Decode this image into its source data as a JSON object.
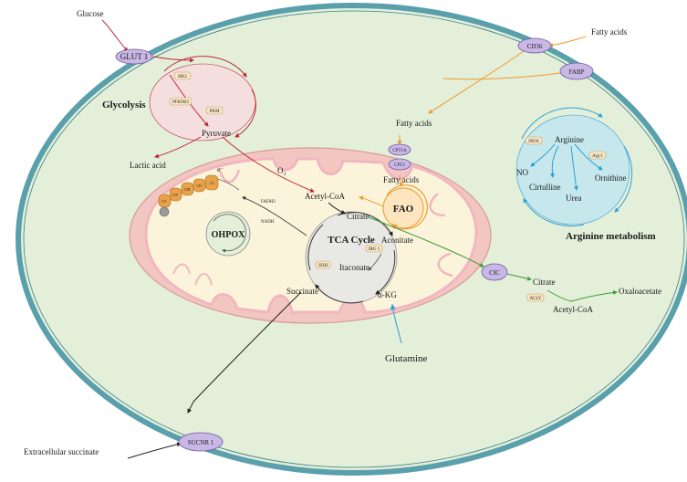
{
  "labels": {
    "glucose": "Glucose",
    "glut1": "GLUT 1",
    "glycolysis": "Glycolysis",
    "hk2": "HK2",
    "pfkfb3": "PFKFB3",
    "pkm": "PKM",
    "pyruvate": "Pyruvate",
    "lactic_acid": "Lactic acid",
    "cd36": "CD36",
    "fabp": "FABP",
    "fatty_acids_out": "Fatty acids",
    "fatty_acids_in": "Fatty acids",
    "cpt1a": "CPT1A",
    "cpt2": "CPT2",
    "fatty_acids_mito": "Fatty acids",
    "fao": "FAO",
    "o2": "O₂",
    "acetyl_coa": "Acetyl-CoA",
    "citrate": "Citrate",
    "aconitate": "Aconitate",
    "irg1": "IRG 1",
    "itaconate": "Itaconate",
    "sdh": "SDH",
    "succinate": "Succinate",
    "akg": "α-KG",
    "tca_cycle": "TCA Cycle",
    "ohpox": "OHPOX",
    "fadh2": "FADH2",
    "nadh": "NADH",
    "e_minus": "e⁻",
    "c1": "CI",
    "c2": "CII",
    "c3": "CIII",
    "c4": "CIV",
    "c5": "CV",
    "glutamine": "Glutamine",
    "cic": "CIC",
    "citrate_cyto": "Citrate",
    "acly": "ACLY",
    "acetyl_coa_cyto": "Acetyl-CoA",
    "oxaloacetate": "Oxaloacetate",
    "arginine": "Arginine",
    "inos": "iNOS",
    "arg1": "Arg-1",
    "no": "NO",
    "citrulline": "Cirtulline",
    "ornithine": "Ornithine",
    "urea": "Urea",
    "arginine_metabolism": "Arginine metabolism",
    "sucnr1": "SUCNR 1",
    "extracellular_succinate": "Extracellular succinate"
  },
  "colors": {
    "cell_fill": "#e3efd9",
    "cell_border": "#5aa0ac",
    "glycolysis_fill": "#f4dede",
    "glycolysis_arrow": "#c0283a",
    "mito_outer": "#f2c7c2",
    "mito_inner": "#fbf4da",
    "mito_membrane": "#f2b6c0",
    "fao_arrow": "#ee9a2c",
    "fao_fill": "#fde5bf",
    "arginine_fill": "#c6e8ec",
    "arginine_arrow": "#2d9ed8",
    "citrate_arrow": "#3e9a3a",
    "glutamine_arrow": "#4aa7d9",
    "enzyme_fill": "#f7e6c5",
    "enzyme_border": "#c9a36a",
    "receptor_fill": "#c9b8e6",
    "receptor_border": "#6c5aa0",
    "complex_fill": "#e8a24a"
  }
}
